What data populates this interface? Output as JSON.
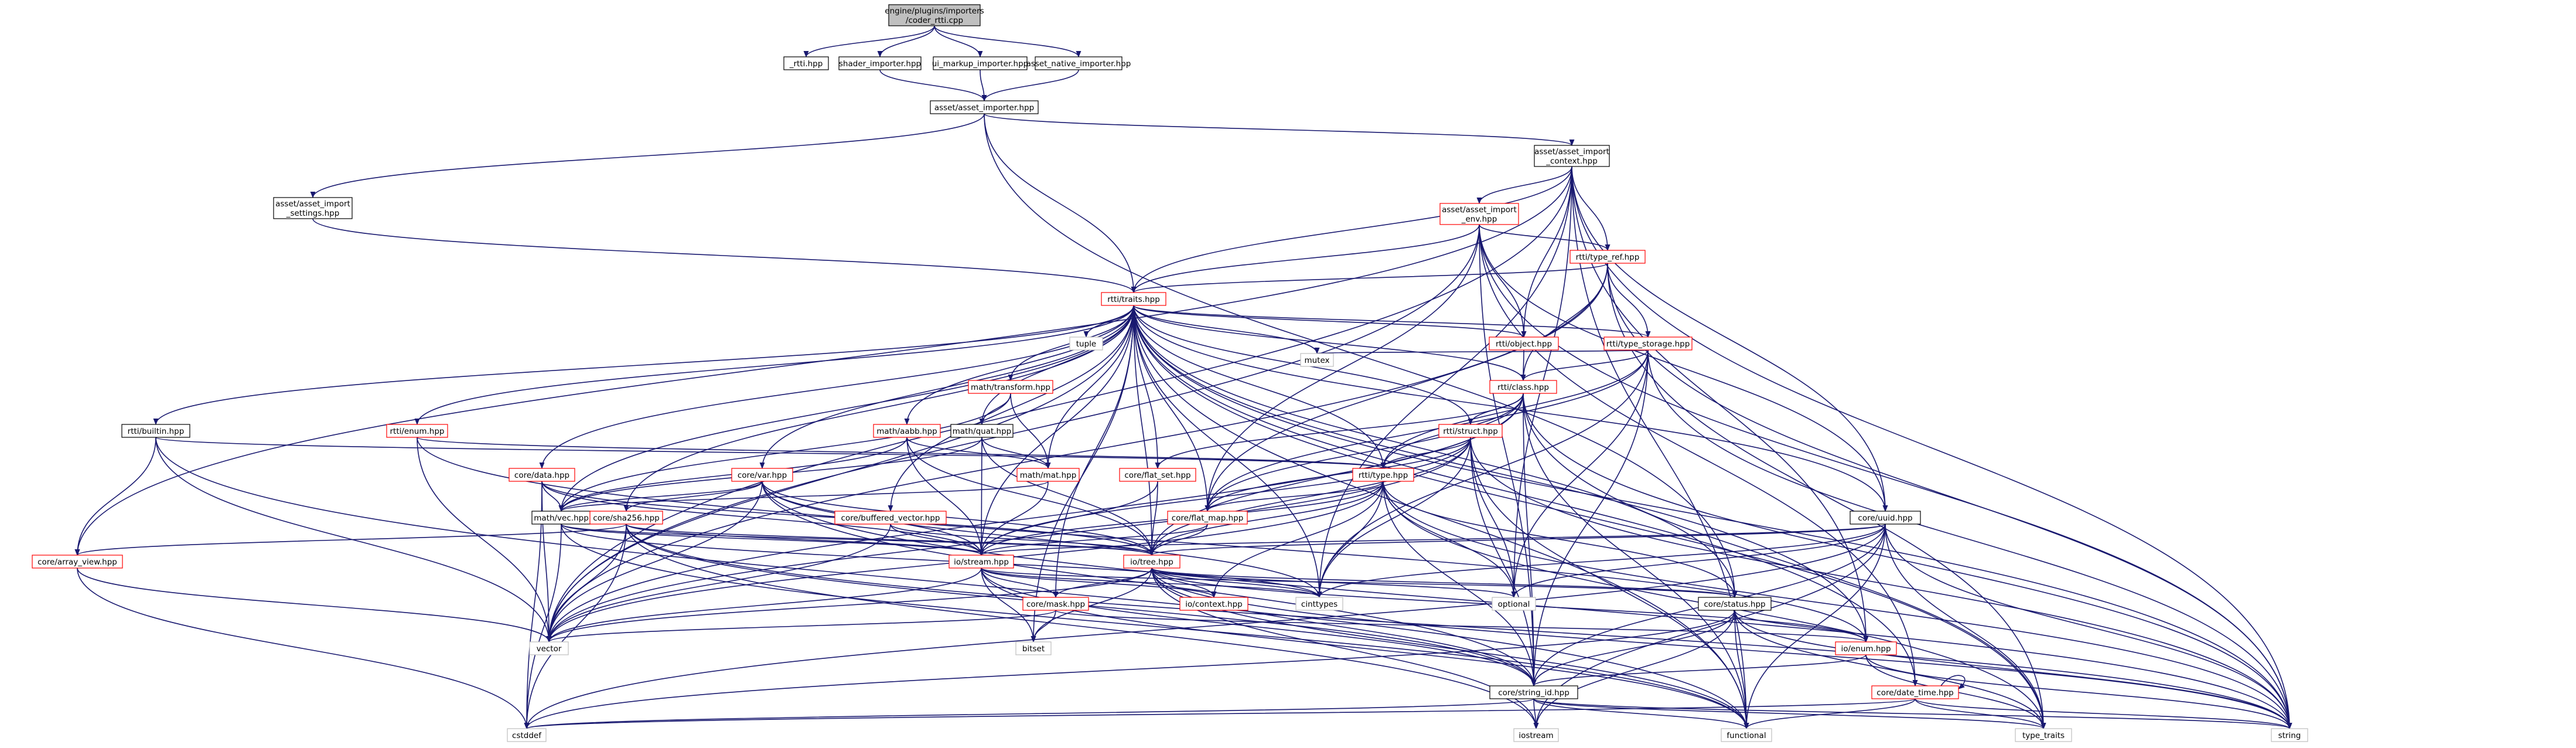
{
  "colors": {
    "edge": "#191970",
    "red_border": "#ff0000",
    "black_border": "#000000",
    "root_fill": "#bfbfbf",
    "plain_border": "#bfbfbf"
  },
  "nodes": {
    "root": [
      "engine/plugins/importers",
      "/coder_rtti.cpp"
    ],
    "rtti": [
      "_rtti.hpp"
    ],
    "shader_importer": [
      "shader_importer.hpp"
    ],
    "ui_markup": [
      "ui_markup_importer.hpp"
    ],
    "asset_native": [
      "asset_native_importer.hpp"
    ],
    "asset_importer": [
      "asset/asset_importer.hpp"
    ],
    "asset_import_context": [
      "asset/asset_import",
      "_context.hpp"
    ],
    "asset_import_settings": [
      "asset/asset_import",
      "_settings.hpp"
    ],
    "asset_import_env": [
      "asset/asset_import",
      "_env.hpp"
    ],
    "type_ref": [
      "rtti/type_ref.hpp"
    ],
    "traits": [
      "rtti/traits.hpp"
    ],
    "tuple": [
      "tuple"
    ],
    "object": [
      "rtti/object.hpp"
    ],
    "type_storage": [
      "rtti/type_storage.hpp"
    ],
    "mutex": [
      "mutex"
    ],
    "class": [
      "rtti/class.hpp"
    ],
    "math_transform": [
      "math/transform.hpp"
    ],
    "builtin": [
      "rtti/builtin.hpp"
    ],
    "enum": [
      "rtti/enum.hpp"
    ],
    "math_quat": [
      "math/quat.hpp"
    ],
    "math_aabb": [
      "math/aabb.hpp"
    ],
    "struct": [
      "rtti/struct.hpp"
    ],
    "core_data": [
      "core/data.hpp"
    ],
    "core_var": [
      "core/var.hpp"
    ],
    "math_mat": [
      "math/mat.hpp"
    ],
    "core_flat_set": [
      "core/flat_set.hpp"
    ],
    "rtti_type": [
      "rtti/type.hpp"
    ],
    "math_vec": [
      "math/vec.hpp"
    ],
    "core_sha256": [
      "core/sha256.hpp"
    ],
    "core_buffered_vector": [
      "core/buffered_vector.hpp"
    ],
    "core_flat_map": [
      "core/flat_map.hpp"
    ],
    "core_uuid": [
      "core/uuid.hpp"
    ],
    "core_array_view": [
      "core/array_view.hpp"
    ],
    "io_stream": [
      "io/stream.hpp"
    ],
    "io_tree": [
      "io/tree.hpp"
    ],
    "cinttypes": [
      "cinttypes"
    ],
    "optional": [
      "optional"
    ],
    "io_context": [
      "io/context.hpp"
    ],
    "core_mask": [
      "core/mask.hpp"
    ],
    "core_status": [
      "core/status.hpp"
    ],
    "vector": [
      "vector"
    ],
    "bitset": [
      "bitset"
    ],
    "io_enum": [
      "io/enum.hpp"
    ],
    "core_string_id": [
      "core/string_id.hpp"
    ],
    "core_date_time": [
      "core/date_time.hpp"
    ],
    "cstddef": [
      "cstddef"
    ],
    "iostream": [
      "iostream"
    ],
    "functional": [
      "functional"
    ],
    "type_traits": [
      "type_traits"
    ],
    "string": [
      "string"
    ]
  }
}
